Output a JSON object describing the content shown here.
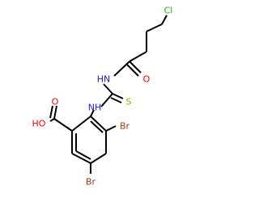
{
  "colors": {
    "background": "#ffffff",
    "bond": "#000000",
    "carbon_text": "#000000",
    "chlorine": "#20b020",
    "nitrogen": "#1a1adc",
    "oxygen": "#ff0000",
    "sulfur": "#b8a000",
    "bromine": "#9a3a1a"
  },
  "atoms": {
    "cl": "Cl",
    "o_amide": "O",
    "nh_amide": "HN",
    "s": "S",
    "nh_aryl": "NH",
    "oh_acid": "HO",
    "o_acid": "O",
    "br_1": "Br",
    "br_2": "Br"
  }
}
